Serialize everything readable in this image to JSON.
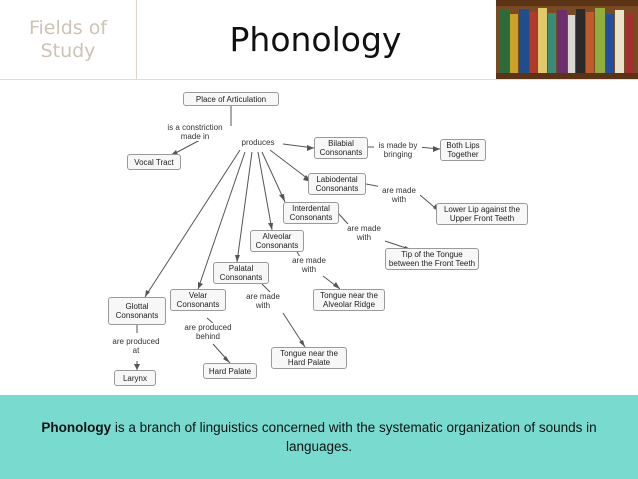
{
  "header": {
    "field_line1": "Fields of",
    "field_line2": "Study",
    "title": "Phonology",
    "image_icon": "bookshelf-image"
  },
  "diagram": {
    "nodes": {
      "place_of_articulation": "Place of Articulation",
      "vocal_tract": "Vocal Tract",
      "bilabial": [
        "Bilabial",
        "Consonants"
      ],
      "both_lips": [
        "Both Lips",
        "Together"
      ],
      "labiodental": [
        "Labiodental",
        "Consonants"
      ],
      "lower_lip": [
        "Lower Lip against the",
        "Upper Front Teeth"
      ],
      "interdental": [
        "Interdental",
        "Consonants"
      ],
      "tip_tongue": [
        "Tip of the Tongue",
        "between the Front Teeth"
      ],
      "alveolar": [
        "Alveolar",
        "Consonants"
      ],
      "alveolar_ridge": [
        "Tongue near the",
        "Alveolar Ridge"
      ],
      "palatal": [
        "Palatal",
        "Consonants"
      ],
      "hard_palate_tongue": [
        "Tongue near the",
        "Hard Palate"
      ],
      "velar": [
        "Velar",
        "Consonants"
      ],
      "hard_palate": "Hard Palate",
      "glottal": [
        "Glottal",
        "Consonants"
      ],
      "larynx": "Larynx"
    },
    "edge_labels": {
      "constriction": [
        "is a constriction",
        "made in"
      ],
      "produces": "produces",
      "made_by": [
        "is made by",
        "bringing"
      ],
      "made_with_1": [
        "are made",
        "with"
      ],
      "made_with_2": [
        "are made",
        "with"
      ],
      "made_with_3": [
        "are made",
        "with"
      ],
      "made_with_4": [
        "are made",
        "with"
      ],
      "produced_behind": [
        "are produced",
        "behind"
      ],
      "produced_at": [
        "are produced",
        "at"
      ]
    }
  },
  "footer": {
    "term": "Phonology",
    "definition": " is a branch of linguistics concerned with the systematic organization of sounds in languages."
  },
  "colors": {
    "footer_bg": "#79dbcf",
    "field_text": "#cdc4b5"
  }
}
